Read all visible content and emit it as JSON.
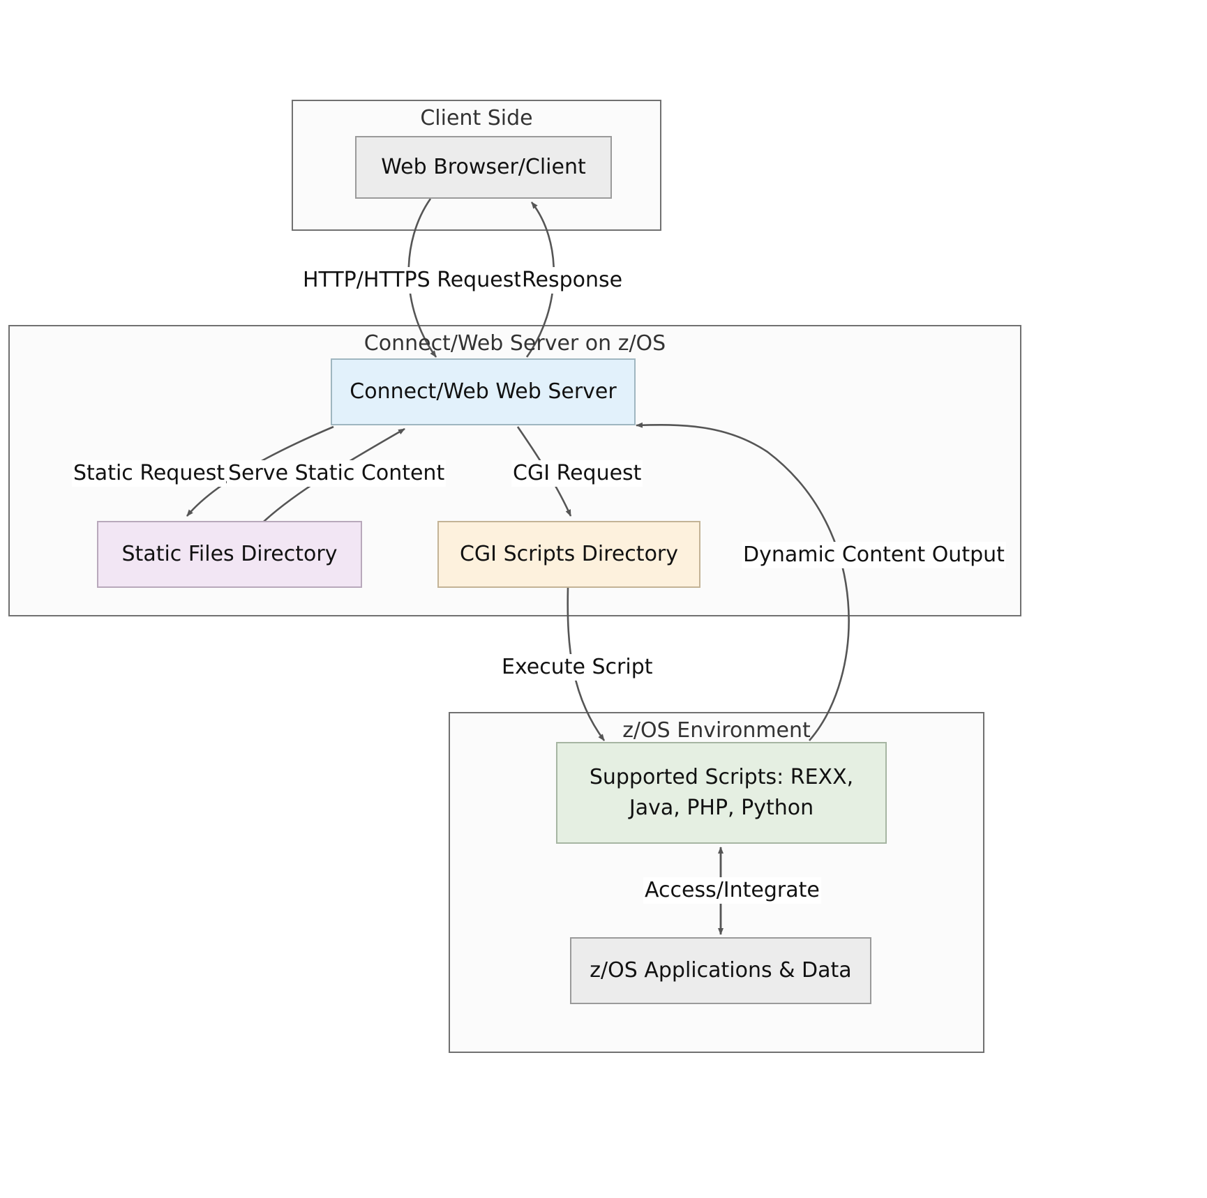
{
  "diagram": {
    "type": "flowchart",
    "title": "Connect/Web Server on z/OS CGI architecture",
    "clusters": [
      {
        "id": "client-side",
        "label": "Client Side"
      },
      {
        "id": "connect-web-server",
        "label": "Connect/Web Server on  z/OS"
      },
      {
        "id": "zos-environment",
        "label": "z/OS Environment"
      }
    ],
    "nodes": {
      "browser": "Web Browser/Client",
      "webserver": "Connect/Web Web Server",
      "static_dir": "Static Files Directory",
      "cgi_dir": "CGI Scripts Directory",
      "scripts_line1": "Supported Scripts: REXX,",
      "scripts_line2": "Java, PHP, Python",
      "zos_apps": "z/OS Applications & Data"
    },
    "edge_labels": {
      "http_request": "HTTP/HTTPS Request",
      "response": "Response",
      "static_request": "Static Request",
      "serve_static": "Serve Static Content",
      "cgi_request": "CGI Request",
      "dynamic_output": "Dynamic Content Output",
      "execute_script": "Execute Script",
      "access_integrate": "Access/Integrate"
    },
    "colors": {
      "node_grey": "#ececec",
      "node_blue": "#e2f1fb",
      "node_pink": "#f2e6f4",
      "node_cream": "#fdf1dd",
      "node_green": "#e5efe2",
      "cluster_fill": "#fbfbfb",
      "cluster_stroke": "#707070",
      "edge_stroke": "#555555",
      "text": "#111111"
    }
  }
}
